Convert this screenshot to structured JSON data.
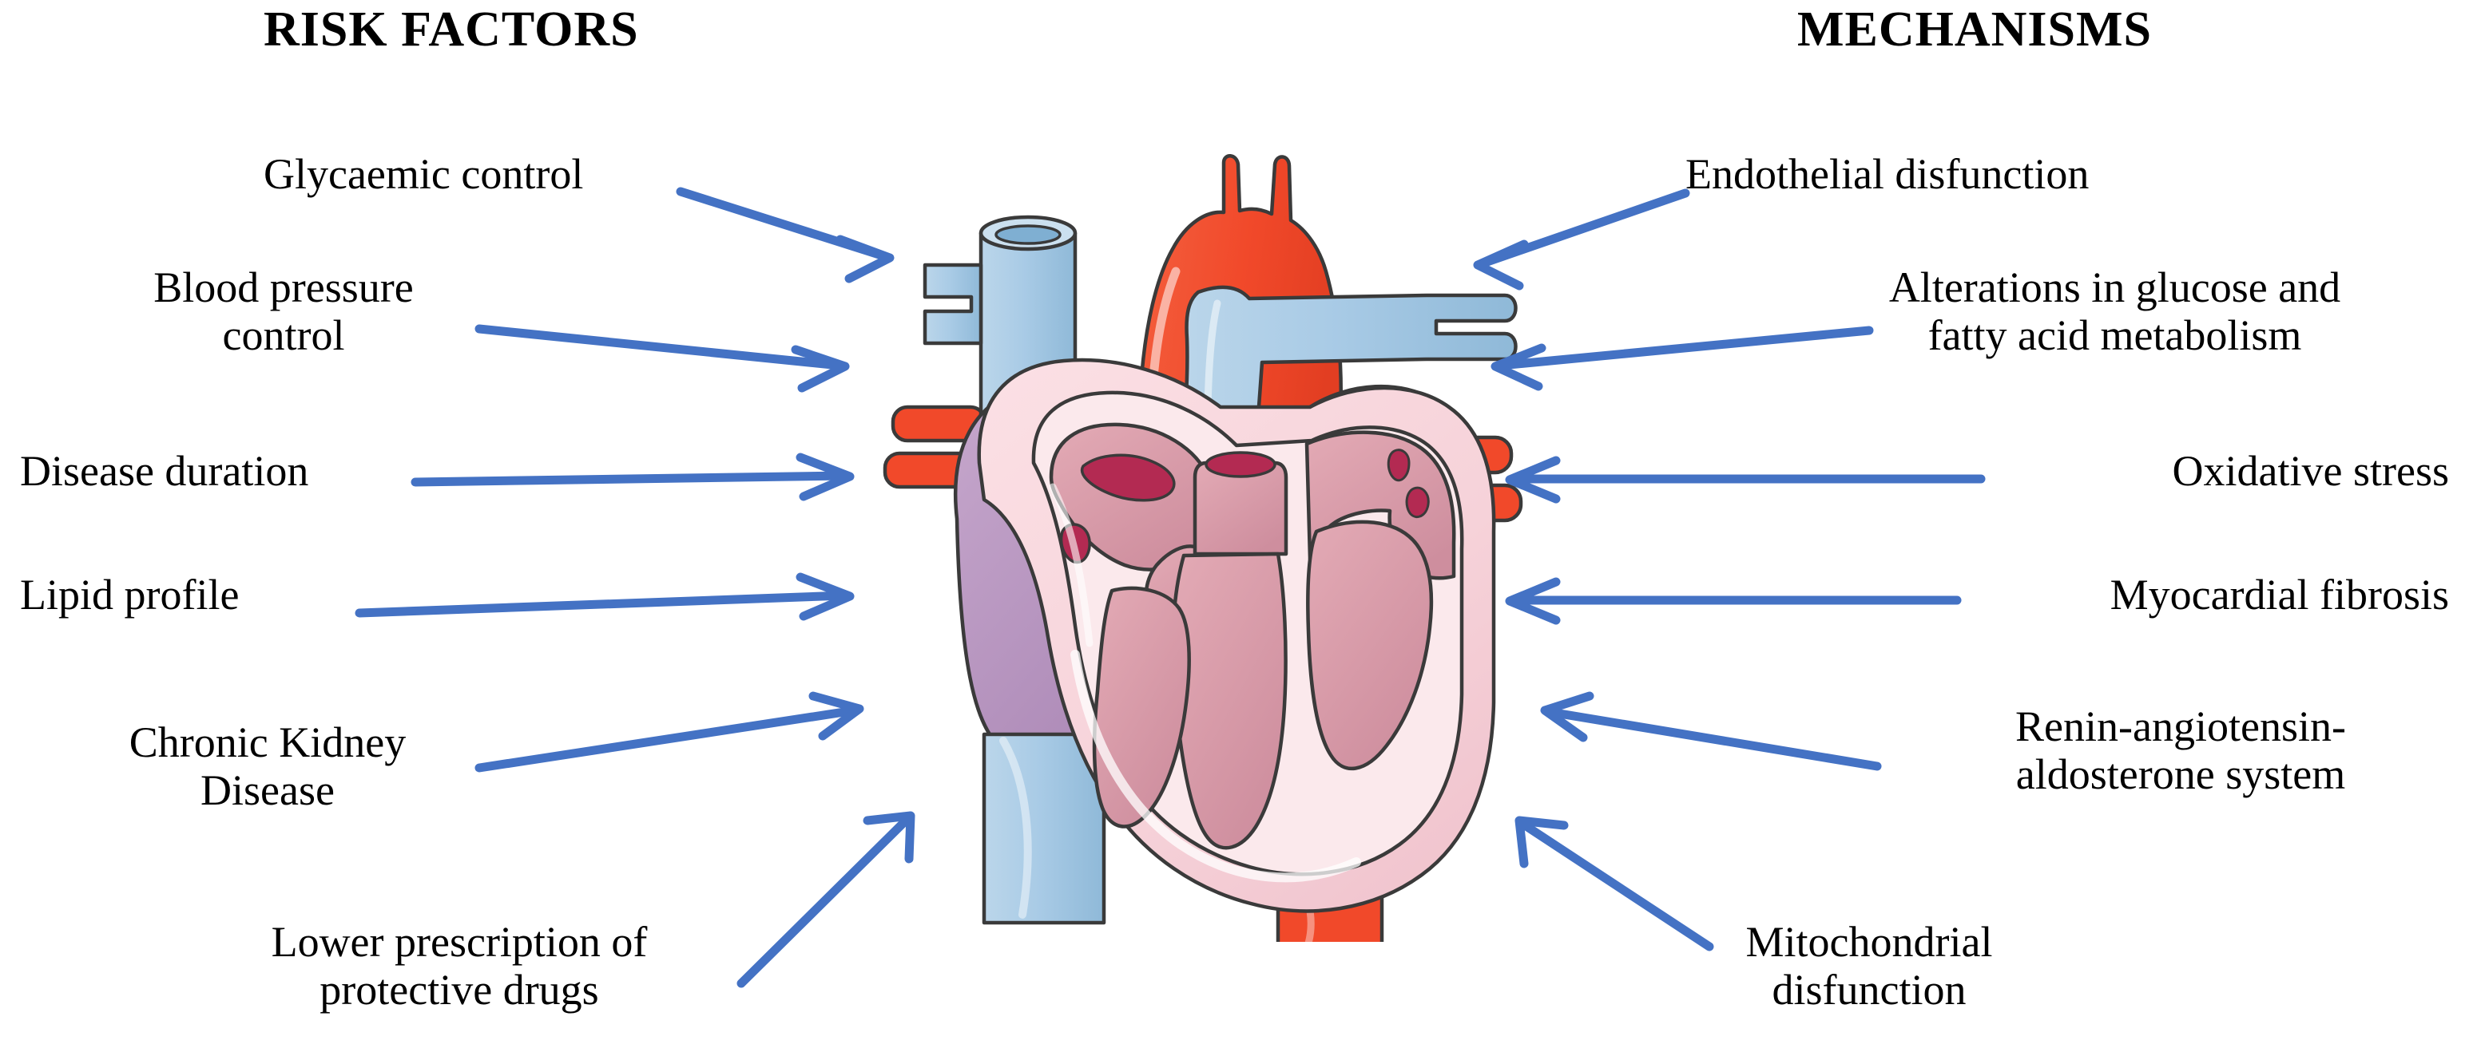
{
  "headers": {
    "left": "RISK FACTORS",
    "right": "MECHANISMS"
  },
  "risk_factors": [
    {
      "id": "glycaemic-control",
      "label": "Glycaemic control"
    },
    {
      "id": "blood-pressure",
      "label": "Blood pressure\ncontrol"
    },
    {
      "id": "disease-duration",
      "label": "Disease duration"
    },
    {
      "id": "lipid-profile",
      "label": "Lipid profile"
    },
    {
      "id": "chronic-kidney",
      "label": "Chronic Kidney\nDisease"
    },
    {
      "id": "lower-prescription",
      "label": "Lower prescription of\nprotective drugs"
    }
  ],
  "mechanisms": [
    {
      "id": "endothelial-disfunction",
      "label": "Endothelial disfunction"
    },
    {
      "id": "glucose-fatty-acid",
      "label": "Alterations in glucose and\nfatty acid metabolism"
    },
    {
      "id": "oxidative-stress",
      "label": "Oxidative stress"
    },
    {
      "id": "myocardial-fibrosis",
      "label": "Myocardial fibrosis"
    },
    {
      "id": "renin-angiotensin",
      "label": "Renin-angiotensin-\naldosterone system"
    },
    {
      "id": "mitochondrial",
      "label": "Mitochondrial\ndisfunction"
    }
  ],
  "central_figure": {
    "name": "human-heart-cross-section",
    "description": "Anatomical cross-section illustration of the human heart"
  },
  "colors": {
    "arrow": "#4472C4",
    "background": "#FFFFFF",
    "text": "#000000",
    "aorta_red": "#F1492A",
    "vein_blue": "#A9CBE6",
    "atrium_purple": "#BD9BC4",
    "myocardium_pink": "#F8D7DD",
    "chamber_light": "#FBE9EC",
    "muscle_rose": "#DFA0AC",
    "muscle_deep": "#C97F90",
    "valve_dark_red": "#B32A52",
    "outline": "#3A3A3A"
  }
}
